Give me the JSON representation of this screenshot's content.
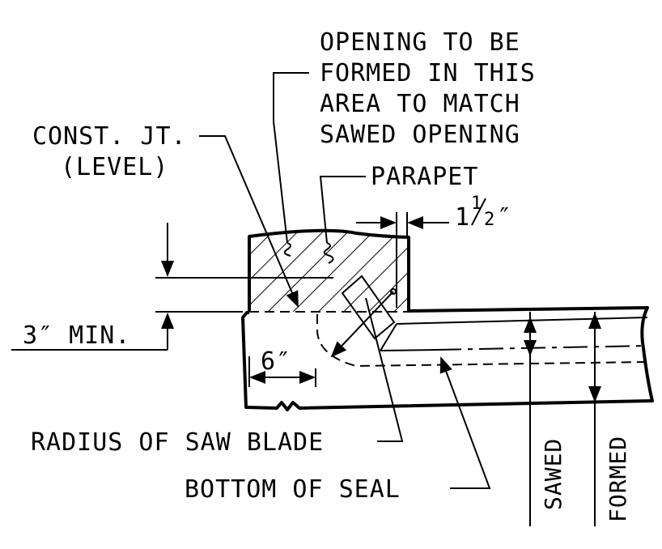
{
  "labels": {
    "opening": [
      "OPENING TO BE",
      "FORMED IN THIS",
      "AREA TO MATCH",
      "SAWED OPENING"
    ],
    "const_jt": [
      "CONST. JT.",
      "(LEVEL)"
    ],
    "parapet": "PARAPET",
    "dim_1_whole": "1",
    "dim_1_num": "1",
    "dim_1_den": "2",
    "dim_1_unit": "″",
    "min_3": "3″ MIN.",
    "dim_6": "6″",
    "radius": "RADIUS OF SAW BLADE",
    "bottom_seal": "BOTTOM OF SEAL",
    "sawed": "SAWED",
    "formed": "FORMED"
  }
}
